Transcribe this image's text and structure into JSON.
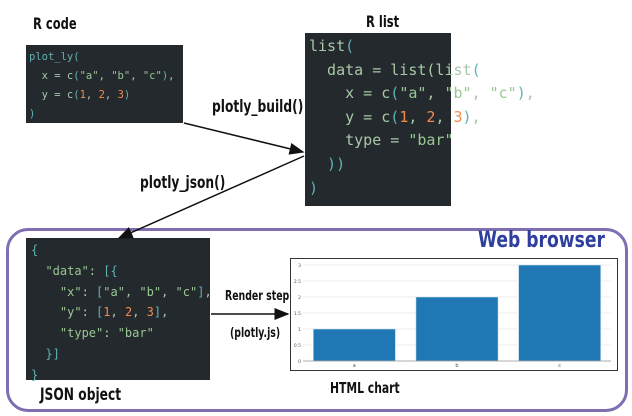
{
  "labels": {
    "r_code": "R code",
    "r_list": "R list",
    "plotly_build": "plotly_build()",
    "plotly_json": "plotly_json()",
    "web_browser": "Web browser",
    "render_step": "Render step",
    "plotly_js": "(plotly.js)",
    "json_object": "JSON object",
    "html_chart": "HTML chart"
  },
  "r_code": [
    [
      [
        "fn",
        "plot_ly"
      ],
      [
        "p",
        "("
      ]
    ],
    [
      [
        "o",
        "  x = c"
      ],
      [
        "p",
        "("
      ],
      [
        "s",
        "\"a\""
      ],
      [
        "o",
        ", "
      ],
      [
        "s",
        "\"b\""
      ],
      [
        "o",
        ", "
      ],
      [
        "s",
        "\"c\""
      ],
      [
        "p",
        ")"
      ],
      [
        "o",
        ","
      ]
    ],
    [
      [
        "o",
        "  y = c"
      ],
      [
        "p",
        "("
      ],
      [
        "n",
        "1"
      ],
      [
        "o",
        ", "
      ],
      [
        "n",
        "2"
      ],
      [
        "o",
        ", "
      ],
      [
        "n",
        "3"
      ],
      [
        "p",
        ")"
      ]
    ],
    [
      [
        "p",
        ")"
      ]
    ]
  ],
  "r_list": [
    [
      [
        "o",
        "list"
      ],
      [
        "p",
        "("
      ]
    ],
    [
      [
        "o",
        "  data = list(list"
      ],
      [
        "p",
        "("
      ]
    ],
    [
      [
        "o",
        "    x = c"
      ],
      [
        "p",
        "("
      ],
      [
        "s",
        "\"a\""
      ],
      [
        "o",
        ", "
      ],
      [
        "s",
        "\"b\""
      ],
      [
        "o",
        ", "
      ],
      [
        "s",
        "\"c\""
      ],
      [
        "p",
        ")"
      ],
      [
        "o",
        ","
      ]
    ],
    [
      [
        "o",
        "    y = c"
      ],
      [
        "p",
        "("
      ],
      [
        "n",
        "1"
      ],
      [
        "o",
        ", "
      ],
      [
        "n",
        "2"
      ],
      [
        "o",
        ", "
      ],
      [
        "n",
        "3"
      ],
      [
        "p",
        ")"
      ],
      [
        "o",
        ","
      ]
    ],
    [
      [
        "o",
        "    type = "
      ],
      [
        "s",
        "\"bar\""
      ]
    ],
    [
      [
        "p",
        "  ))"
      ]
    ],
    [
      [
        "p",
        ")"
      ]
    ]
  ],
  "json": [
    [
      [
        "p",
        "{"
      ]
    ],
    [
      [
        "s",
        "  \"data\""
      ],
      [
        "o",
        ": "
      ],
      [
        "p",
        "[{"
      ]
    ],
    [
      [
        "s",
        "    \"x\""
      ],
      [
        "o",
        ": "
      ],
      [
        "p",
        "["
      ],
      [
        "s",
        "\"a\""
      ],
      [
        "o",
        ", "
      ],
      [
        "s",
        "\"b\""
      ],
      [
        "o",
        ", "
      ],
      [
        "s",
        "\"c\""
      ],
      [
        "p",
        "]"
      ],
      [
        "o",
        ","
      ]
    ],
    [
      [
        "s",
        "    \"y\""
      ],
      [
        "o",
        ": "
      ],
      [
        "p",
        "["
      ],
      [
        "n",
        "1"
      ],
      [
        "o",
        ", "
      ],
      [
        "n",
        "2"
      ],
      [
        "o",
        ", "
      ],
      [
        "n",
        "3"
      ],
      [
        "p",
        "]"
      ],
      [
        "o",
        ","
      ]
    ],
    [
      [
        "s",
        "    \"type\""
      ],
      [
        "o",
        ": "
      ],
      [
        "s",
        "\"bar\""
      ]
    ],
    [
      [
        "p",
        "  }]"
      ]
    ],
    [
      [
        "p",
        "}"
      ]
    ]
  ],
  "chart_data": {
    "type": "bar",
    "categories": [
      "a",
      "b",
      "c"
    ],
    "values": [
      1,
      2,
      3
    ],
    "ylim": [
      0,
      3
    ],
    "yticks": [
      "0",
      "0.5",
      "1",
      "1.5",
      "2",
      "2.5",
      "3"
    ],
    "bar_color": "#1f77b4"
  }
}
